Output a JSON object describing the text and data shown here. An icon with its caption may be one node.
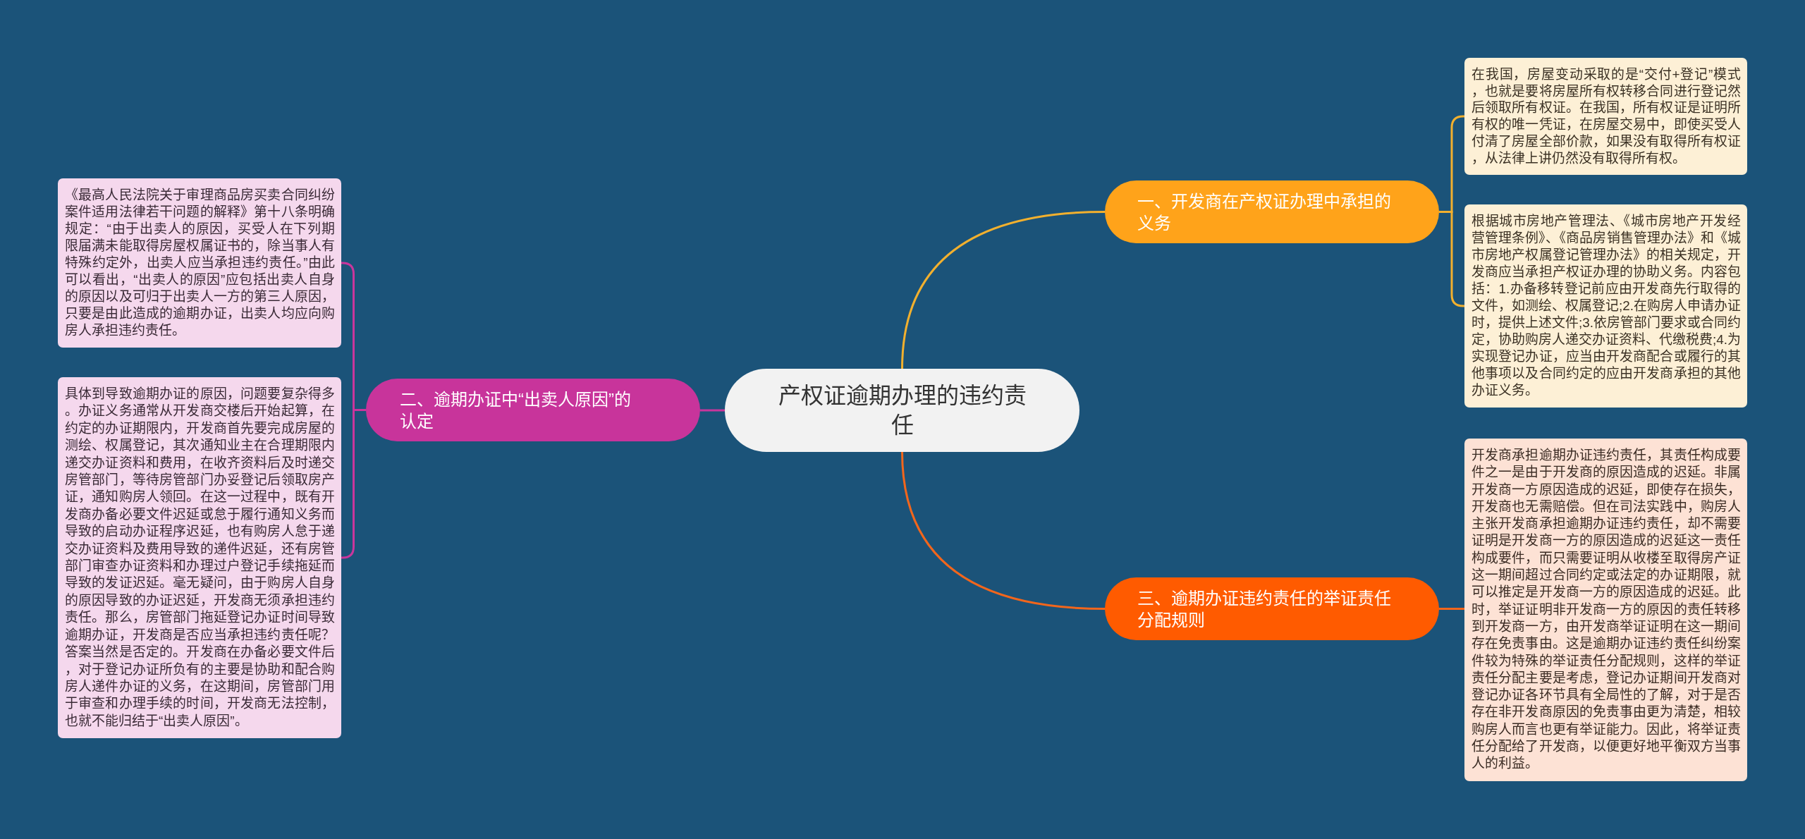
{
  "diagram": {
    "nodes": [
      {
        "text": [
          "产权证逾期办理的违约责任"
        ]
      },
      {
        "text": [
          "一、开发商在产权证办理中承担的义务"
        ]
      },
      {
        "text": [
          "在我国，房屋变动采取的是“交付+登记”模式，也就是要将房屋所有权转移合同进行登记然后领取所有权证。在我国，所有权证是证明所有权的唯一凭证，在房屋交易中，即使买受人付清了房屋全部价款，如果没有取得所有权证，从法律上讲仍然没有取得所有权。"
        ]
      },
      {
        "text": [
          "根据城市房地产管理法、《城市房地产开发经营管理条例》、《商品房销售管理办法》和《城市房地产权属登记管理办法》的相关规定，开发商应当承担产权证办理的协助义务。内容包括：1.办备移转登记前应由开发商先行取得的文件，如测绘、权属登记;2.在购房人申请办证时，提供上述文件;3.依房管部门要求或合同约定，协助购房人递交办证资料、代缴税费;4.为实现登记办证，应当由开发商配合或履行的其他事项以及合同约定的应由开发商承担的其他办证义务。"
        ]
      },
      {
        "text": [
          "二、逾期办证中“出卖人原因”的认定"
        ]
      },
      {
        "text": [
          "《最高人民法院关于审理商品房买卖合同纠纷案件适用法律若干问题的解释》第十八条明确规定：“由于出卖人的原因，买受人在下列期限届满未能取得房屋权属证书的，除当事人有特殊约定外，出卖人应当承担违约责任。”由此可以看出，“出卖人的原因”应包括出卖人自身的原因以及可归于出卖人一方的第三人原因，只要是由此造成的逾期办证，出卖人均应向购房人承担违约责任。"
        ]
      },
      {
        "text": [
          "具体到导致逾期办证的原因，问题要复杂得多。办证义务通常从开发商交楼后开始起算，在约定的办证期限内，开发商首先要完成房屋的测绘、权属登记，其次通知业主在合理期限内递交办证资料和费用，在收齐资料后及时递交房管部门，等待房管部门办妥登记后领取房产证，通知购房人领回。在这一过程中，既有开发商办备必要文件迟延或怠于履行通知义务而导致的启动办证程序迟延，也有购房人怠于递交办证资料及费用导致的递件迟延，还有房管部门审查办证资料和办理过户登记手续拖延而导致的发证迟延。毫无疑问，由于购房人自身的原因导致的办证迟延，开发商无须承担违约责任。那么，房管部门拖延登记办证时间导致逾期办证，开发商是否应当承担违约责任呢？答案当然是否定的。开发商在办备必要文件后，对于登记办证所负有的主要是协助和配合购房人递件办证的义务，在这期间，房管部门用于审查和办理手续的时间，开发商无法控制，也就不能归结于“出卖人原因”。"
        ]
      },
      {
        "text": [
          "三、逾期办证违约责任的举证责任分配规则"
        ]
      },
      {
        "text": [
          "开发商承担逾期办证违约责任，其责任构成要件之一是由于开发商的原因造成的迟延。非属开发商一方原因造成的迟延，即使存在损失，开发商也无需赔偿。但在司法实践中，购房人主张开发商承担逾期办证违约责任，却不需要证明是开发商一方的原因造成的迟延这一责任构成要件，而只需要证明从收楼至取得房产证这一期间超过合同约定或法定的办证期限，就可以推定是开发商一方的原因造成的迟延。此时，举证证明非开发商一方的原因的责任转移到开发商一方，由开发商举证证明在这一期间存在免责事由。这是逾期办证违约责任纠纷案件较为特殊的举证责任分配规则，这样的举证责任分配主要是考虑，登记办证期间开发商对登记办证各环节具有全局性的了解，对于是否存在非开发商原因的免责事由更为清楚，相较购房人而言也更有举证能力。因此，将举证责任分配给了开发商，以便更好地平衡双方当事人的利益。"
        ]
      }
    ],
    "edges": [
      {
        "from": 0,
        "to": 1,
        "arrow": "none",
        "color": "#f2b02e"
      },
      {
        "from": 1,
        "to": 2,
        "arrow": "none",
        "color": "#f2b02e"
      },
      {
        "from": 1,
        "to": 3,
        "arrow": "none",
        "color": "#f2b02e"
      },
      {
        "from": 0,
        "to": 4,
        "arrow": "none",
        "color": "#c9369c"
      },
      {
        "from": 4,
        "to": 5,
        "arrow": "none",
        "color": "#c9369c"
      },
      {
        "from": 4,
        "to": 6,
        "arrow": "none",
        "color": "#c9369c"
      },
      {
        "from": 0,
        "to": 7,
        "arrow": "none",
        "color": "#f2661c"
      },
      {
        "from": 7,
        "to": 8,
        "arrow": "none",
        "color": "#f2661c"
      }
    ]
  }
}
